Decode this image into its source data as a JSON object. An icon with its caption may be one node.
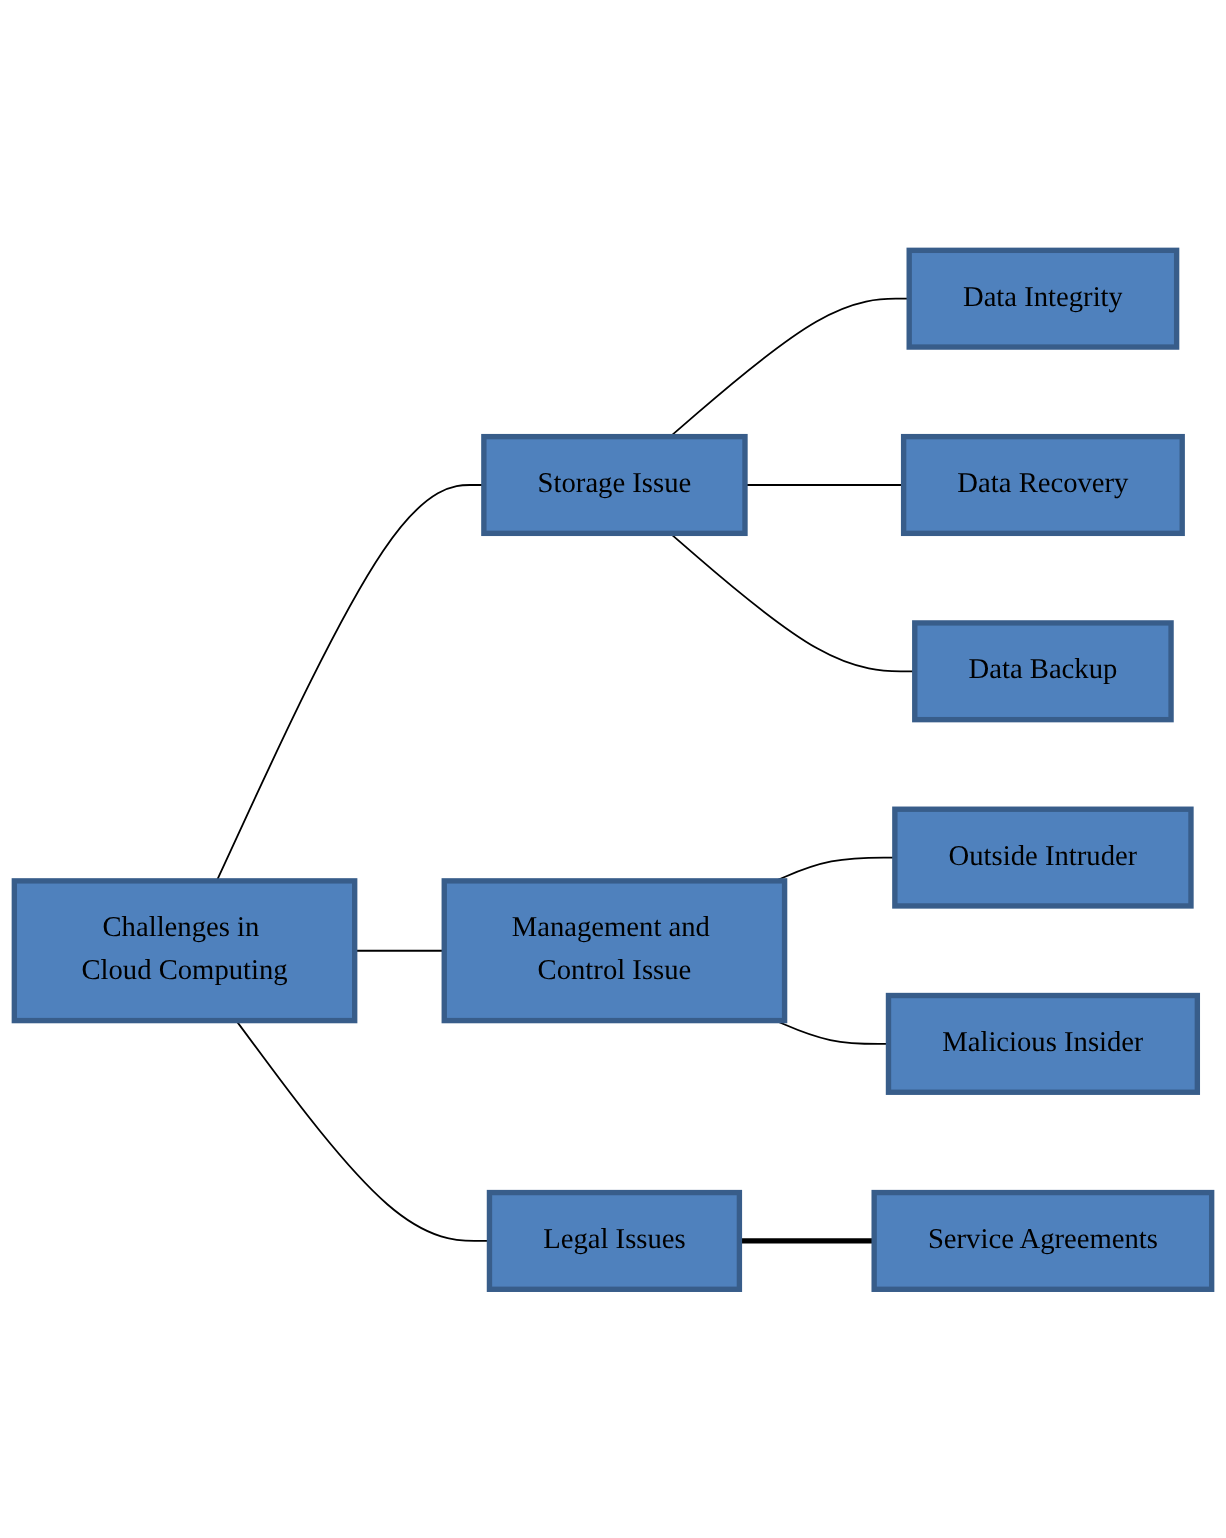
{
  "diagram": {
    "nodes": [
      {
        "text": [
          "Challenges in Cloud Computing"
        ]
      },
      {
        "text": [
          "Storage Issue"
        ]
      },
      {
        "text": [
          "Data Integrity"
        ]
      },
      {
        "text": [
          "Data Recovery"
        ]
      },
      {
        "text": [
          "Data Backup"
        ]
      },
      {
        "text": [
          "Management and Control Issue"
        ]
      },
      {
        "text": [
          "Outside Intruder"
        ]
      },
      {
        "text": [
          "Malicious Insider"
        ]
      },
      {
        "text": [
          "Legal Issues"
        ]
      },
      {
        "text": [
          "Service Agreements"
        ]
      }
    ],
    "edges": [
      {
        "from": 0,
        "to": 1,
        "arrow": "none"
      },
      {
        "from": 0,
        "to": 5,
        "arrow": "none"
      },
      {
        "from": 0,
        "to": 8,
        "arrow": "none"
      },
      {
        "from": 1,
        "to": 2,
        "arrow": "none"
      },
      {
        "from": 1,
        "to": 3,
        "arrow": "none"
      },
      {
        "from": 1,
        "to": 4,
        "arrow": "none"
      },
      {
        "from": 5,
        "to": 6,
        "arrow": "none"
      },
      {
        "from": 5,
        "to": 7,
        "arrow": "none"
      },
      {
        "from": 8,
        "to": 9,
        "arrow": "none",
        "style": "thick"
      }
    ]
  }
}
